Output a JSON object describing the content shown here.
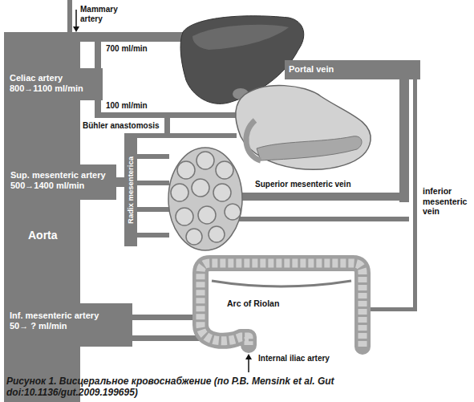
{
  "diagram": {
    "caption": "Рисунок 1. Висцеральное кровоснабжение (по P.B. Mensink et al. Gut doi:10.1136/gut.2009.199695)",
    "nodes": [
      {
        "text": [
          "Aorta"
        ]
      },
      {
        "text": [
          "Celiac artery 800→1100 ml/min"
        ],
        "in": 0
      },
      {
        "text": [
          "Sup. mesenteric artery 500→1400 ml/min"
        ],
        "in": 0
      },
      {
        "text": [
          "Inf. mesenteric artery 50→ ? ml/min"
        ],
        "in": 0
      },
      {
        "text": [
          "Portal vein"
        ]
      },
      {
        "text": [
          "Radix mesenterica"
        ]
      }
    ],
    "edges": [
      {
        "from": 2,
        "to": 5,
        "arrow": "none"
      }
    ],
    "labels": [
      "Mammary artery",
      "700 ml/min",
      "100 ml/min",
      "Bühler anastomosis",
      "Superior mesenteric vein",
      "inferior mesenteric vein",
      "Arc of Riolan",
      "Internal iliac artery"
    ]
  }
}
